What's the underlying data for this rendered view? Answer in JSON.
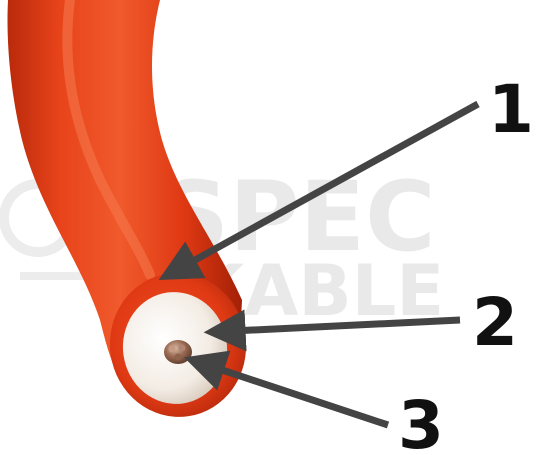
{
  "watermark": {
    "line1": "SPEC",
    "line2": "KABLE"
  },
  "callouts": [
    {
      "label": "1",
      "part": "outer-jacket"
    },
    {
      "label": "2",
      "part": "insulation"
    },
    {
      "label": "3",
      "part": "conductor"
    }
  ],
  "colors": {
    "jacket": "#e03a14",
    "jacket_shadow": "#a82008",
    "jacket_highlight": "#f46a3c",
    "insulation": "#f4ede6",
    "conductor": "#8a5a44",
    "arrow": "#444444",
    "label": "#111111",
    "watermark": "#e9e9e9"
  }
}
